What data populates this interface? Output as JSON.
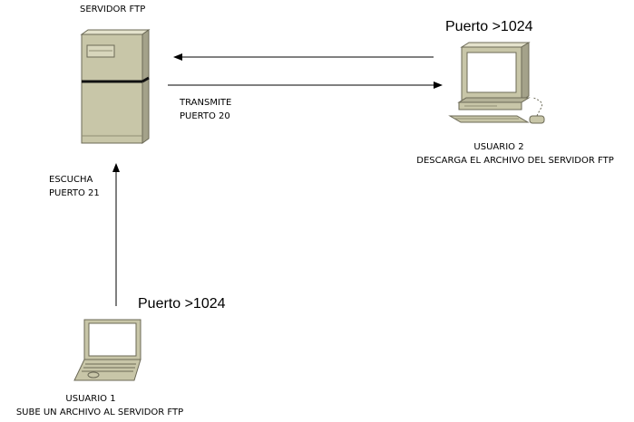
{
  "server": {
    "title": "SERVIDOR FTP",
    "listen_line1": "ESCUCHA",
    "listen_line2": "PUERTO 21",
    "transmit_line1": "TRANSMITE",
    "transmit_line2": "PUERTO 20"
  },
  "user2": {
    "port": "Puerto >1024",
    "name": "USUARIO 2",
    "description": "DESCARGA EL ARCHIVO DEL SERVIDOR FTP"
  },
  "user1": {
    "port": "Puerto >1024",
    "name": "USUARIO 1",
    "description": "SUBE UN ARCHIVO AL SERVIDOR FTP"
  },
  "colors": {
    "device_body": "#c8c6a8",
    "device_dark": "#8f8d74",
    "screen": "#ffffff",
    "line": "#000000"
  }
}
